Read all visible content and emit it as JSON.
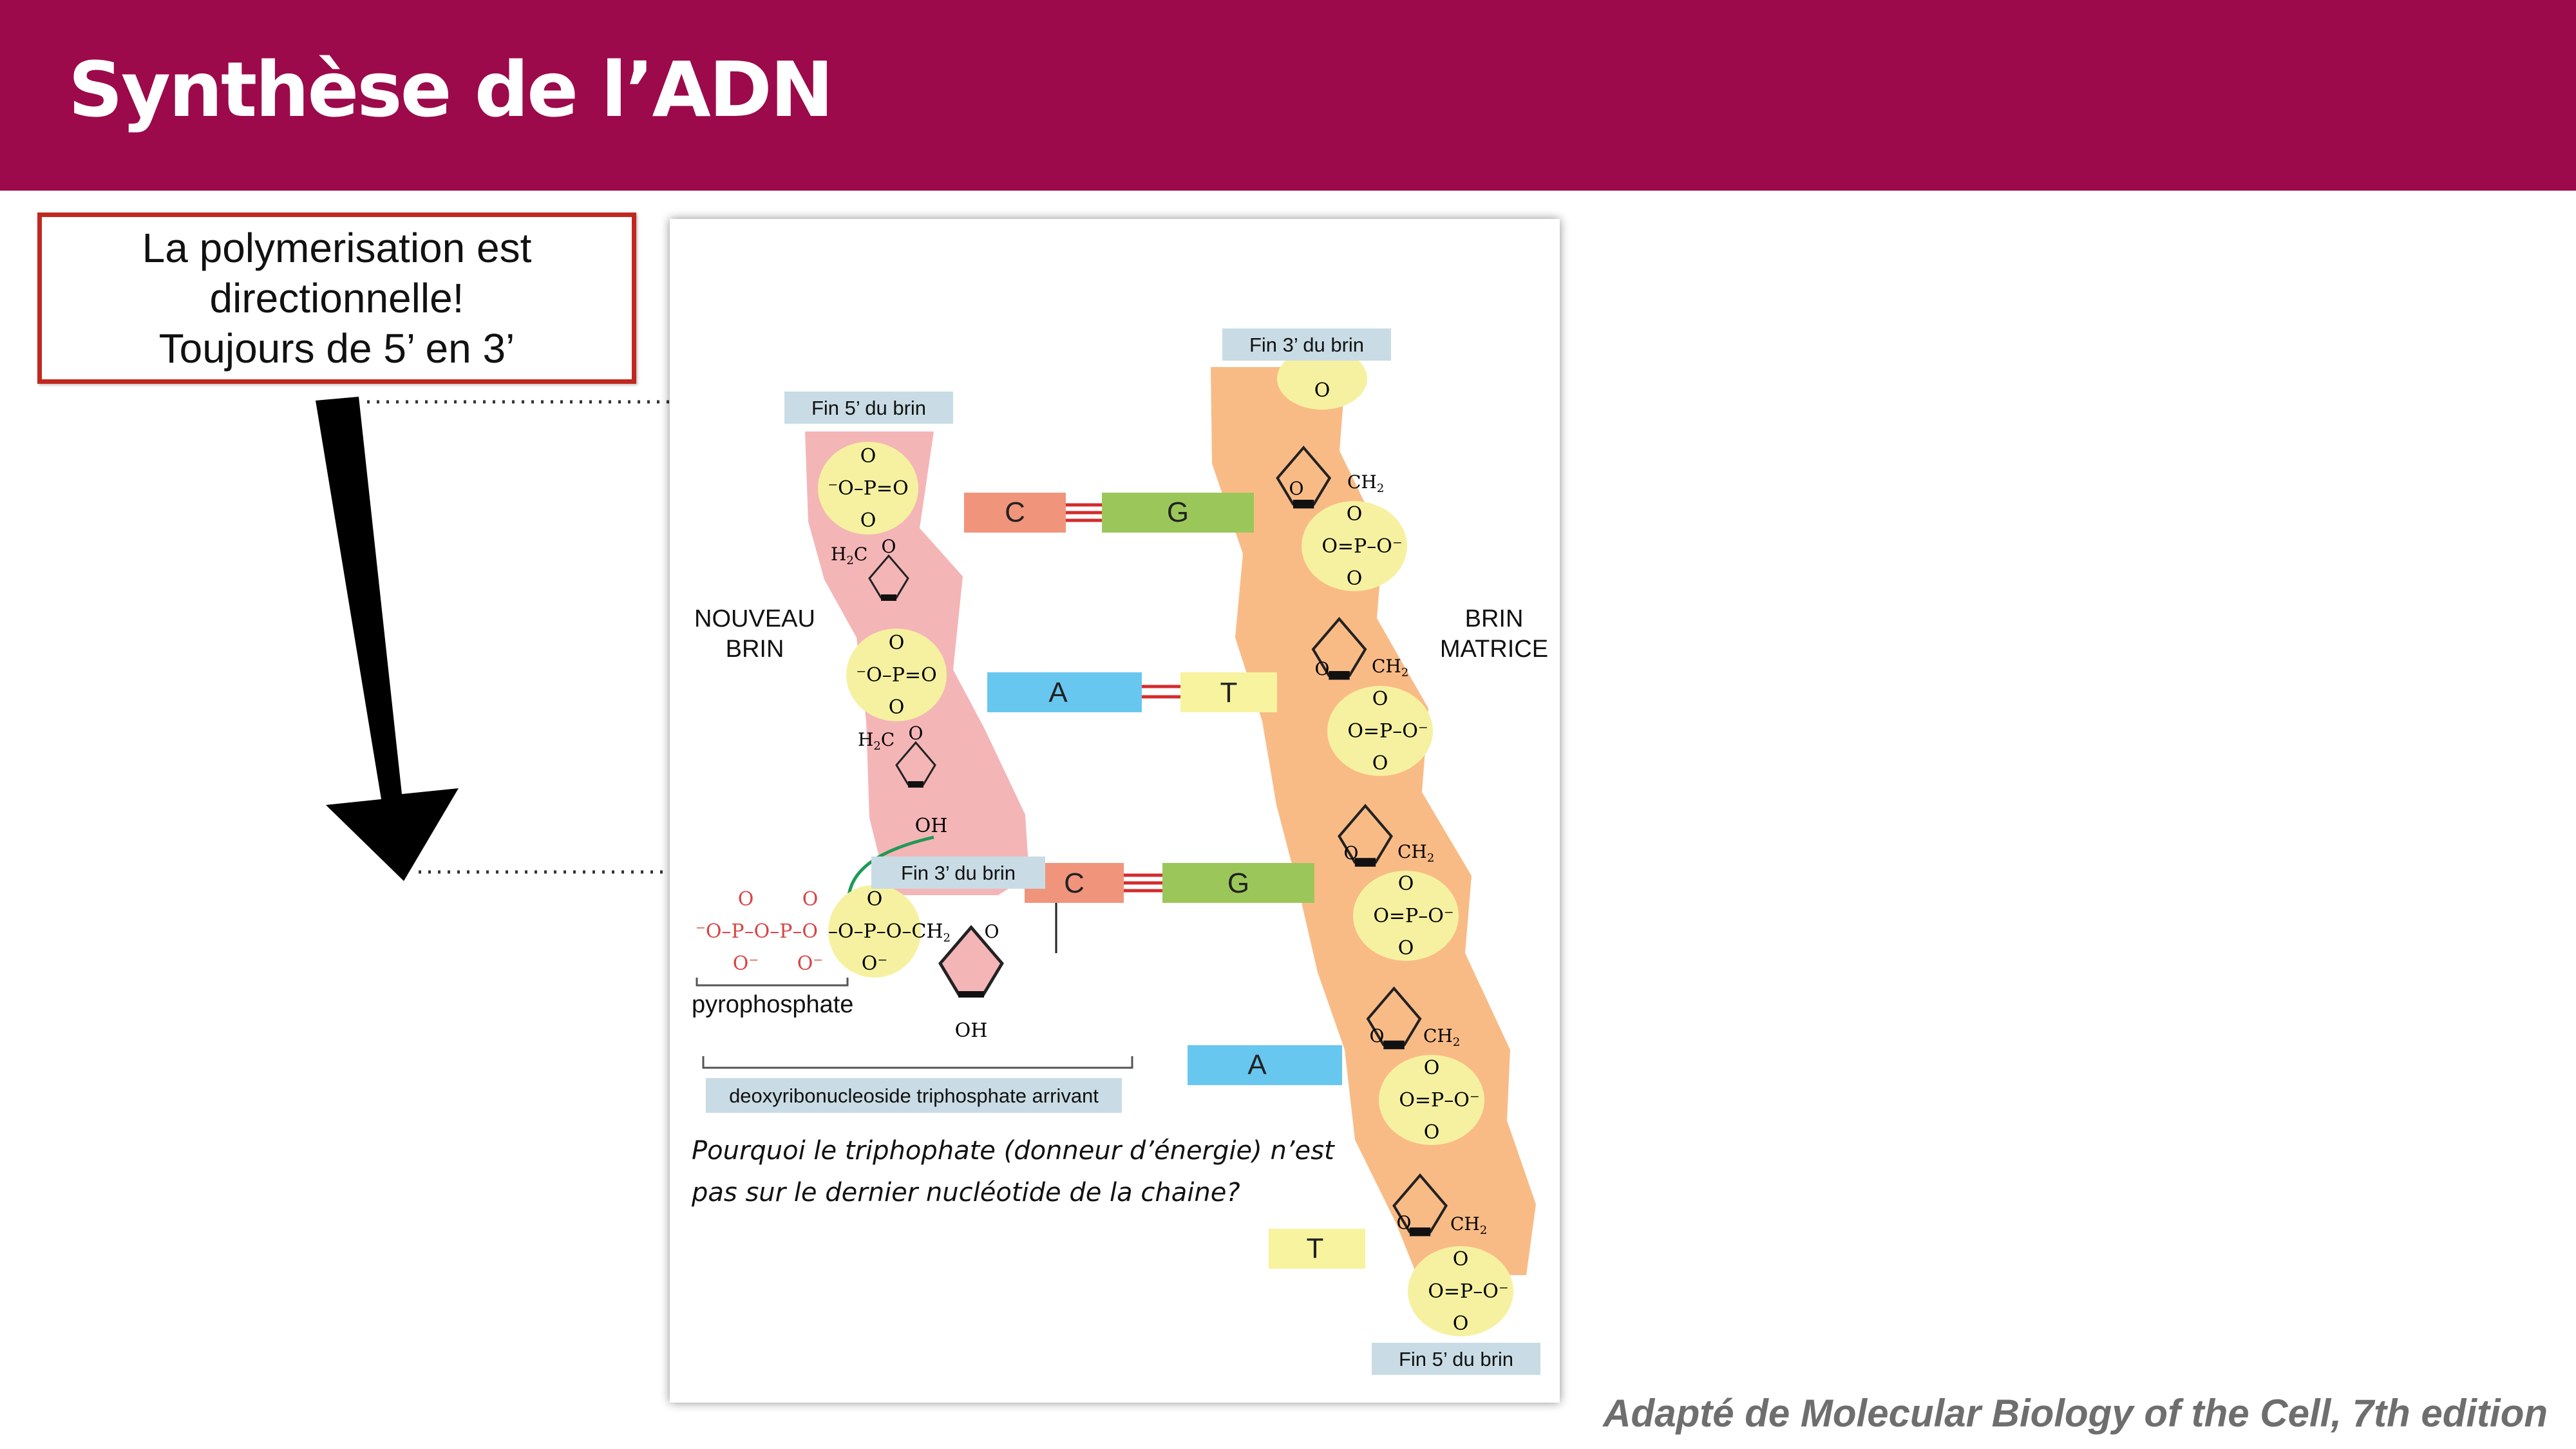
{
  "title": "Synthèse de l’ADN",
  "note": {
    "line1": "La polymerisation est",
    "line2": "directionnelle!",
    "line3": "Toujours de 5’ en 3’"
  },
  "credit": "Adapté de Molecular Biology of the Cell, 7th edition",
  "figure": {
    "new_strand_label": [
      "NOUVEAU",
      "BRIN"
    ],
    "template_strand_label": [
      "BRIN",
      "MATRICE"
    ],
    "new_5_end": "Fin 5’ du brin",
    "new_3_end": "Fin 3’ du brin",
    "template_3_end": "Fin 3’ du brin",
    "template_5_end": "Fin 5’ du brin",
    "pyrophosphate": "pyrophosphate",
    "incoming_dntp": "deoxyribonucleoside triphosphate arrivant",
    "question_line1": "Pourquoi le triphophate (donneur d’énergie) n’est",
    "question_line2": "pas sur le dernier nucléotide de la chaine?",
    "base_pairs": [
      {
        "new": "C",
        "template": "G"
      },
      {
        "new": "A",
        "template": "T"
      },
      {
        "new": "C",
        "template": "G"
      }
    ],
    "unpaired_template_bases": [
      "A",
      "T"
    ],
    "chem": {
      "O": "O",
      "oh": "OH",
      "ch2": "CH",
      "h2c": "H",
      "c": "C",
      "sub2": "2",
      "phosphate_new": "⁻O–P=O",
      "phosphate_template": "O=P–O⁻",
      "o_minus": "O⁻",
      "alpha_phosphate": "–O–P–O–CH",
      "triphosphate_red": "⁻O–P–O–P–O"
    }
  },
  "colors": {
    "header": "#9c0a4b",
    "new_strand": "#f4b5b7",
    "template_strand": "#f9bb86",
    "phosphate": "#f6f1a0",
    "base_C": "#f0957c",
    "base_G": "#9bc75a",
    "base_A": "#68c7ef",
    "base_T": "#f7f39e",
    "label_box": "#c9dce5",
    "hbond": "#d42b2b",
    "arrow_green": "#1f9a58",
    "pyro_red": "#d64545"
  }
}
